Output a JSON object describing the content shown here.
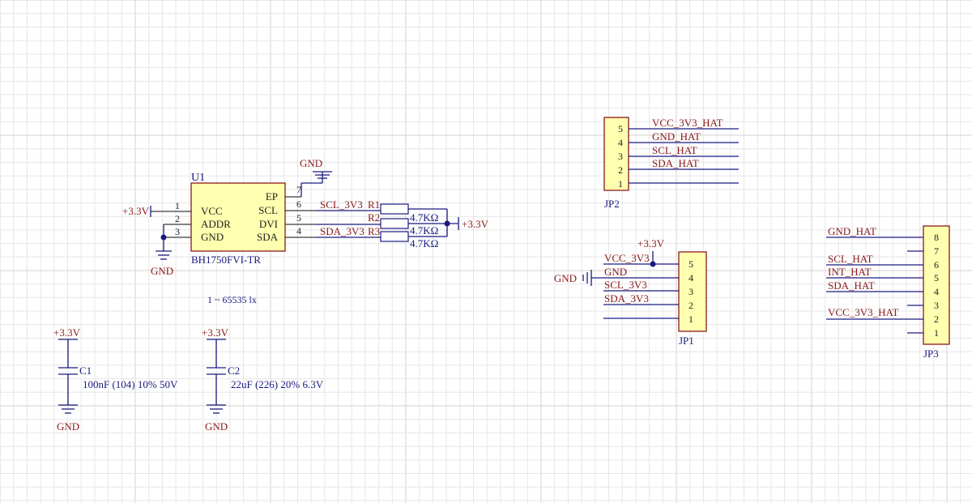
{
  "colors": {
    "grid": "#e6e6e6",
    "grid_major": "#d2d2d2",
    "component_fill": "#ffffb0",
    "component_stroke": "#8b1a1a",
    "wire": "#1a1a80",
    "label": "#8b1a1a",
    "designator": "#1a1a80"
  },
  "u1": {
    "designator": "U1",
    "part": "BH1750FVI-TR",
    "note": "1 ~ 65535 lx",
    "pins_left": [
      {
        "num": "1",
        "name": "VCC"
      },
      {
        "num": "2",
        "name": "ADDR"
      },
      {
        "num": "3",
        "name": "GND"
      }
    ],
    "pins_right": [
      {
        "num": "7",
        "name": "EP"
      },
      {
        "num": "6",
        "name": "SCL"
      },
      {
        "num": "5",
        "name": "DVI"
      },
      {
        "num": "4",
        "name": "SDA"
      }
    ]
  },
  "power": {
    "vcc": "+3.3V",
    "gnd": "GND"
  },
  "nets": {
    "scl_3v3": "SCL_3V3",
    "sda_3v3": "SDA_3V3"
  },
  "resistors": [
    {
      "designator": "R1",
      "value": "4.7KΩ"
    },
    {
      "designator": "R2",
      "value": "4.7KΩ"
    },
    {
      "designator": "R3",
      "value": "4.7KΩ"
    }
  ],
  "capacitors": [
    {
      "designator": "C1",
      "value": "100nF (104) 10% 50V"
    },
    {
      "designator": "C2",
      "value": "22uF (226) 20% 6.3V"
    }
  ],
  "jp2": {
    "designator": "JP2",
    "pins": [
      "5",
      "4",
      "3",
      "2",
      "1"
    ],
    "nets": [
      "VCC_3V3_HAT",
      "GND_HAT",
      "SCL_HAT",
      "SDA_HAT"
    ]
  },
  "jp1": {
    "designator": "JP1",
    "pins": [
      "5",
      "4",
      "3",
      "2",
      "1"
    ],
    "power": "+3.3V",
    "gnd": "GND",
    "nets": [
      "VCC_3V3",
      "GND",
      "SCL_3V3",
      "SDA_3V3"
    ]
  },
  "jp3": {
    "designator": "JP3",
    "pins": [
      "8",
      "7",
      "6",
      "5",
      "4",
      "3",
      "2",
      "1"
    ],
    "nets": [
      "GND_HAT",
      "SCL_HAT",
      "INT_HAT",
      "SDA_HAT",
      "VCC_3V3_HAT"
    ]
  }
}
